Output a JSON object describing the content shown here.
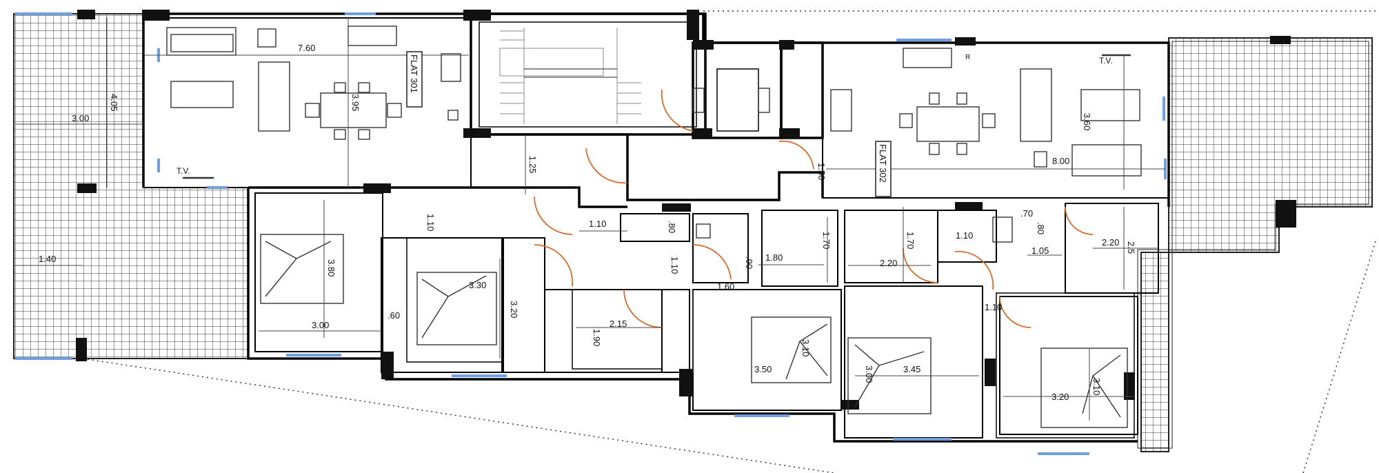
{
  "flats": [
    {
      "name": "FLAT 301"
    },
    {
      "name": "FLAT 302"
    }
  ],
  "tv_labels": [
    "T.V.",
    "T.V."
  ],
  "fixtures": {
    "fridge": "R"
  },
  "dimensions": [
    "7.60",
    "4.05",
    "3.95",
    "3.00",
    "1.40",
    "3.80",
    "3.00",
    ".60",
    "1.25",
    "1.10",
    "1.10",
    ".80",
    "1.10",
    ".90",
    "3.30",
    "3.20",
    "1.90",
    "2.15",
    "1.60",
    "1.80",
    "1.70",
    "3.50",
    "3.10",
    "8.00",
    "1.50",
    "3.60",
    "1.70",
    "2.20",
    "1.10",
    ".70",
    ".80",
    "1.05",
    "2.20",
    "2.5",
    "1.10",
    "3.45",
    "3.00",
    "3.20",
    "3.10"
  ]
}
